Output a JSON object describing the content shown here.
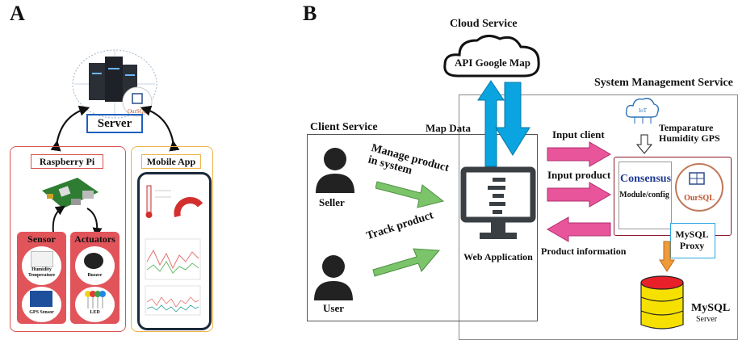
{
  "panel_a": {
    "letter": "A",
    "server": {
      "label": "Server",
      "logo_text": "OurSQL"
    },
    "raspberry": {
      "title": "Raspberry Pi"
    },
    "sensor": {
      "title": "Sensor",
      "humidity_label": "Humidity Temperature",
      "gps_label": "GPS Sensor"
    },
    "actuators": {
      "title": "Actuators",
      "buzzer_label": "Buzzer",
      "led_label": "LED"
    },
    "mobile": {
      "title": "Mobile App"
    }
  },
  "panel_b": {
    "letter": "B",
    "cloud": {
      "title": "Cloud Service",
      "inner": "API Google Map"
    },
    "client": {
      "title": "Client Service",
      "seller": "Seller",
      "user": "User"
    },
    "arrows": {
      "manage": "Manage product in system",
      "track": "Track product"
    },
    "web": {
      "map_data": "Map Data",
      "label": "Web Application"
    },
    "flows": {
      "input_client": "Input client",
      "input_product": "Input product",
      "product_info": "Product information"
    },
    "sms": {
      "title": "System Management Service",
      "iot": "IoT",
      "sensors": "Temparature Humidity GPS",
      "consensus": "Consensus",
      "module": "Module/config",
      "proxy": "MySQL Proxy",
      "logo_text": "OurSQL",
      "mysql": "MySQL",
      "server": "Server"
    }
  },
  "colors": {
    "red_frame": "#d9534f",
    "orange_frame": "#f0b34a",
    "blue_arrow": "#0aa5e0",
    "green_arrow": "#7bc46a",
    "pink_arrow": "#e8559a",
    "db_yellow": "#f5e000",
    "db_red": "#e8202a"
  }
}
